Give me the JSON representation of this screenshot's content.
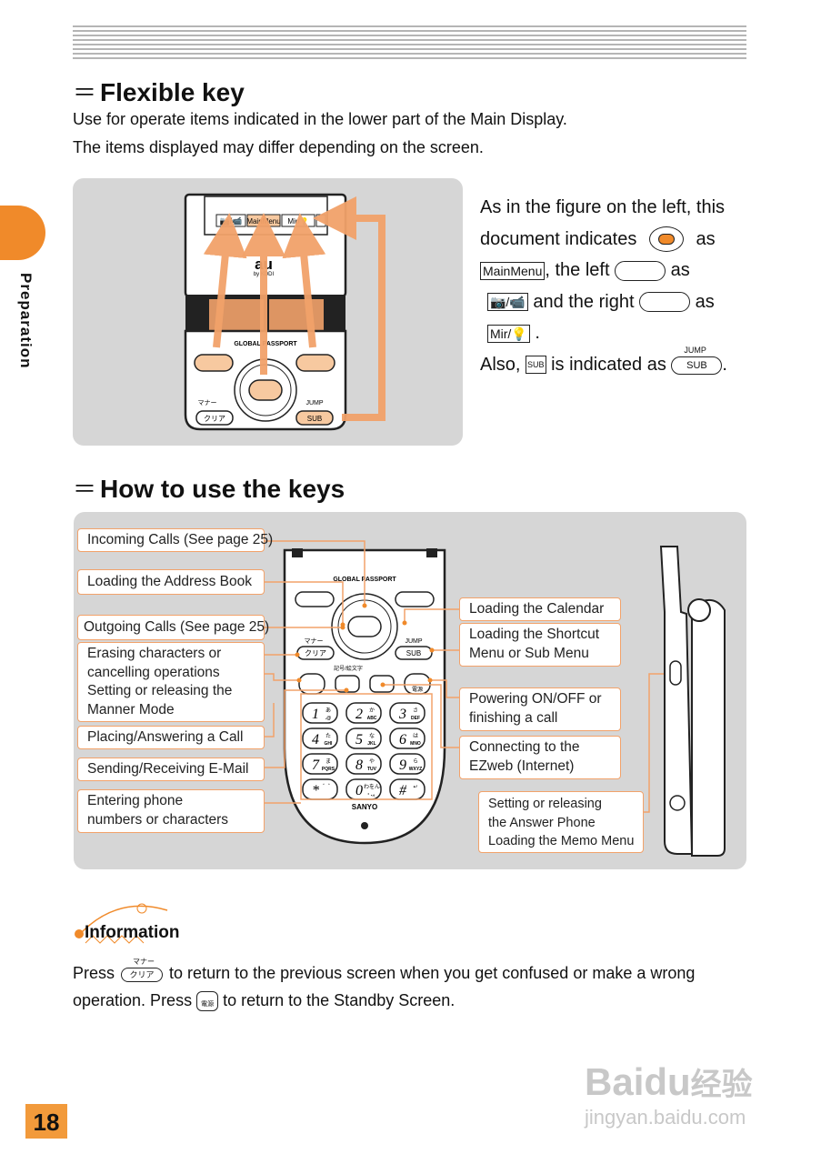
{
  "side_tab": {
    "label": "Preparation"
  },
  "section1": {
    "title": "Flexible key",
    "line1": "Use for operate items indicated in the lower part of the Main Display.",
    "line2": "The items displayed may differ depending on the screen."
  },
  "figure1": {
    "softkeys": {
      "left": "📷/📹",
      "center": "MainMenu",
      "right": "Mir/💡"
    },
    "brand": "au",
    "brand_sub": "by KDDI",
    "global_passport": "GLOBAL PASSPORT",
    "manner": "マナー",
    "clear_key": "クリア",
    "jump": "JUMP",
    "sub_key": "SUB"
  },
  "description": {
    "line1": "As in the figure on the left, this",
    "line2_a": "document indicates",
    "line2_b": "as",
    "mainmenu_icon": "MainMenu",
    "line3_b": ", the left",
    "line3_c": "as",
    "left_icon": "📷/📹",
    "line4_b": "and the right",
    "line4_c": "as",
    "right_icon": "Mir/💡",
    "line5_b": ".",
    "line6_a": "Also,",
    "sub_icon": "SUB",
    "line6_b": "is indicated as",
    "jump_label": "JUMP",
    "sub_label": "SUB",
    "line6_c": "."
  },
  "section2": {
    "title": "How to use the keys"
  },
  "labels": {
    "incoming": "Incoming Calls (See page 25)",
    "address_book": "Loading the Address Book",
    "outgoing": "Outgoing Calls (See page 25)",
    "erasing": [
      "Erasing characters or",
      "cancelling operations",
      "Setting or releasing the",
      "Manner Mode"
    ],
    "placing": "Placing/Answering a Call",
    "email": "Sending/Receiving E-Mail",
    "entering": [
      "Entering phone",
      "numbers or characters"
    ],
    "calendar": "Loading the Calendar",
    "shortcut": [
      "Loading the Shortcut",
      "Menu or Sub Menu"
    ],
    "power": [
      "Powering ON/OFF or",
      "finishing a call"
    ],
    "ezweb": [
      "Connecting to the",
      "EZweb (Internet)"
    ],
    "answer_phone": [
      "Setting or releasing",
      "the Answer Phone",
      "Loading the Memo Menu"
    ]
  },
  "figure2": {
    "global_passport": "GLOBAL PASSPORT",
    "manner": "マナー",
    "clear_key": "クリア",
    "jump": "JUMP",
    "sub_key": "SUB",
    "memo": "記号/絵文字",
    "power_key": "電源",
    "keys": [
      {
        "d": "1",
        "k": "あ",
        "s": ".@"
      },
      {
        "d": "2",
        "k": "か",
        "s": "ABC"
      },
      {
        "d": "3",
        "k": "さ",
        "s": "DEF"
      },
      {
        "d": "4",
        "k": "た",
        "s": "GHI"
      },
      {
        "d": "5",
        "k": "な",
        "s": "JKL"
      },
      {
        "d": "6",
        "k": "は",
        "s": "MNO"
      },
      {
        "d": "7",
        "k": "ま",
        "s": "PQRS"
      },
      {
        "d": "8",
        "k": "や",
        "s": "TUV"
      },
      {
        "d": "9",
        "k": "ら",
        "s": "WXYZ"
      },
      {
        "d": "*",
        "k": "゛゜",
        "s": ""
      },
      {
        "d": "0",
        "k": "わをん",
        "s": "・、。"
      },
      {
        "d": "#",
        "k": "↵",
        "s": ""
      }
    ],
    "brand": "SANYO"
  },
  "info": {
    "title": "Information",
    "press1": "Press",
    "manner": "マナー",
    "clear_key": "クリア",
    "text1": "to return to the previous screen when you get confused or make a wrong",
    "text2a": "operation. Press",
    "text2b": "to return to the Standby Screen.",
    "power_key": "電源"
  },
  "page_number": "18",
  "watermark": {
    "brand": "Baidu",
    "brand_cn": "经验",
    "url": "jingyan.baidu.com"
  },
  "colors": {
    "accent": "#f08a2a",
    "panel": "#d6d6d6",
    "label_border": "#f2a26a"
  }
}
